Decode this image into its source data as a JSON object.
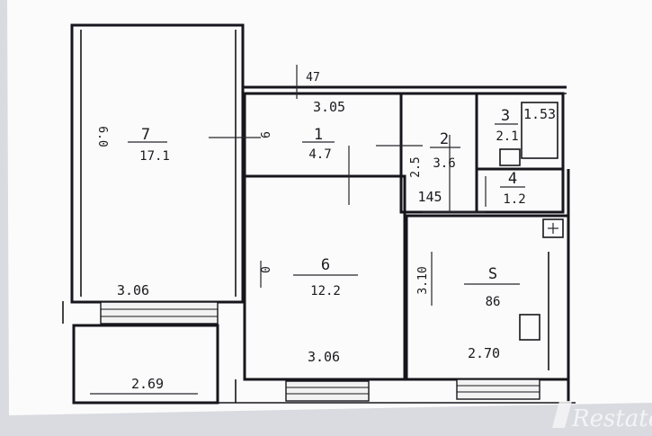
{
  "rooms": [
    {
      "id": "room-7",
      "number": "7",
      "area": "17.1"
    },
    {
      "id": "room-1",
      "number": "1",
      "area": "4.7"
    },
    {
      "id": "room-2",
      "number": "2",
      "area": "3.6"
    },
    {
      "id": "room-3",
      "number": "3",
      "area": "2.1"
    },
    {
      "id": "room-4",
      "number": "4",
      "area": "1.2"
    },
    {
      "id": "room-5",
      "number": "S",
      "area": "86"
    },
    {
      "id": "room-6",
      "number": "6",
      "area": "12.2"
    }
  ],
  "dimensions": {
    "room7_width": "3.06",
    "room7_length": "6.0",
    "balcony_width": "2.69",
    "room1_width": "3.05",
    "room1_top": "47",
    "room1_side": "9",
    "room6_width": "3.06",
    "room6_side": "0",
    "room2_side": "2.5",
    "room2_bottom": "145",
    "room3_top": "1.53",
    "room5_width": "2.70",
    "room5_side": "3.10"
  },
  "logo": {
    "text": "Restate"
  },
  "colors": {
    "paper": "#fbfbfb",
    "ink": "#16161c",
    "background": "#d9dbe0"
  }
}
